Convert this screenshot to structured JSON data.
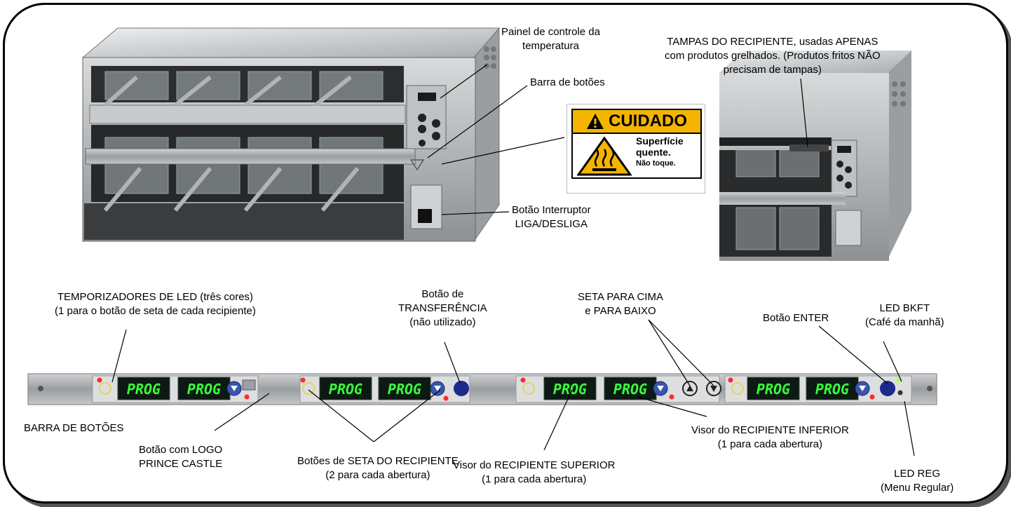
{
  "labels": {
    "painel": [
      "Painel de controle da",
      "temperatura"
    ],
    "barra_botoes_top": "Barra de botões",
    "tampas": [
      "TAMPAS DO RECIPIENTE, usadas APENAS",
      "com produtos grelhados. (Produtos fritos NÃO",
      "precisam de tampas)"
    ],
    "interruptor": [
      "Botão Interruptor",
      "LIGA/DESLIGA"
    ],
    "temporizadores": [
      "TEMPORIZADORES DE LED (três cores)",
      "(1 para o botão de seta de cada recipiente)"
    ],
    "transferencia": [
      "Botão de",
      "TRANSFERÊNCIA",
      "(não utilizado)"
    ],
    "seta": [
      "SETA PARA CIMA",
      "e PARA BAIXO"
    ],
    "enter": "Botão ENTER",
    "bkft": [
      "LED BKFT",
      "(Café da manhã)"
    ],
    "barra_botoes_bottom": "BARRA DE BOTÕES",
    "logo": [
      "Botão com LOGO",
      "PRINCE CASTLE"
    ],
    "botoes_seta": [
      "Botões de SETA DO RECIPIENTE",
      "(2 para cada abertura)"
    ],
    "visor_superior": [
      "Visor do RECIPIENTE SUPERIOR",
      "(1 para cada abertura)"
    ],
    "visor_inferior": [
      "Visor do RECIPIENTE INFERIOR",
      "(1 para cada abertura)"
    ],
    "reg": [
      "LED REG",
      "(Menu Regular)"
    ]
  },
  "warning": {
    "header": "CUIDADO",
    "line1": "Superfície",
    "line2": "quente.",
    "line3": "Não toque."
  },
  "display_text": "PROG",
  "colors": {
    "led_green": "#39ff3a",
    "caution_yellow": "#f4b400",
    "button_blue": "#1c2a8c",
    "metal": "#b9bcbf"
  }
}
